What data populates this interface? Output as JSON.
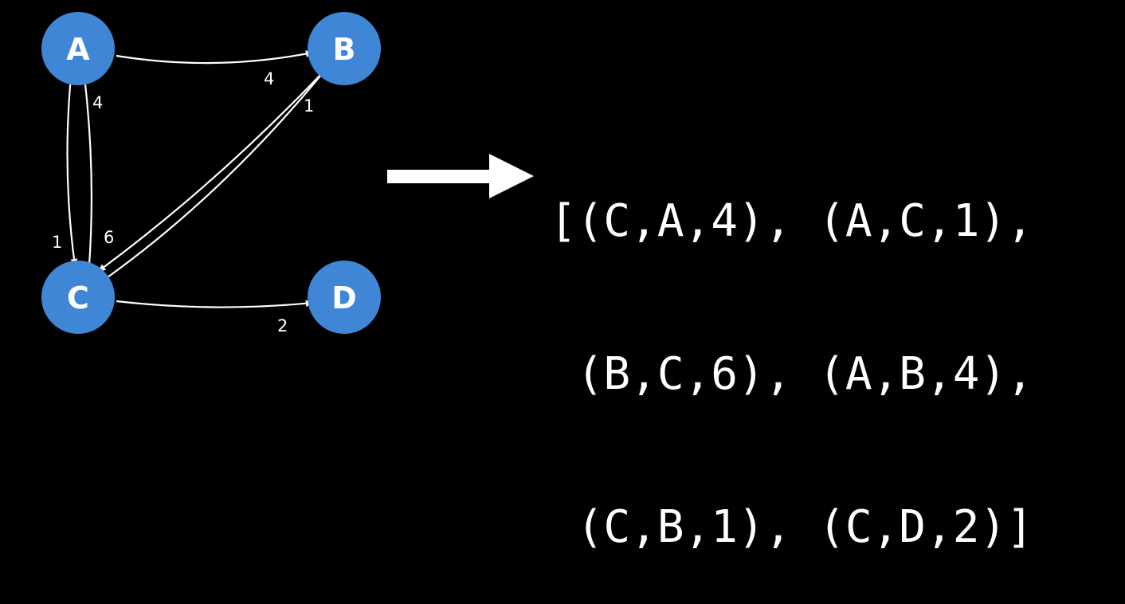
{
  "colors": {
    "background": "#000000",
    "node_fill": "#3f86d6",
    "foreground": "#ffffff"
  },
  "graph": {
    "nodes": [
      {
        "id": "A",
        "label": "A"
      },
      {
        "id": "B",
        "label": "B"
      },
      {
        "id": "C",
        "label": "C"
      },
      {
        "id": "D",
        "label": "D"
      }
    ],
    "edges": [
      {
        "from": "C",
        "to": "A",
        "weight": "4"
      },
      {
        "from": "A",
        "to": "C",
        "weight": "1"
      },
      {
        "from": "B",
        "to": "C",
        "weight": "6"
      },
      {
        "from": "A",
        "to": "B",
        "weight": "4"
      },
      {
        "from": "C",
        "to": "B",
        "weight": "1"
      },
      {
        "from": "C",
        "to": "D",
        "weight": "2"
      }
    ]
  },
  "edge_list": {
    "lines": [
      "[(C,A,4), (A,C,1),",
      " (B,C,6), (A,B,4),",
      " (C,B,1), (C,D,2)]"
    ]
  },
  "arrow_icon": "right-arrow-icon"
}
